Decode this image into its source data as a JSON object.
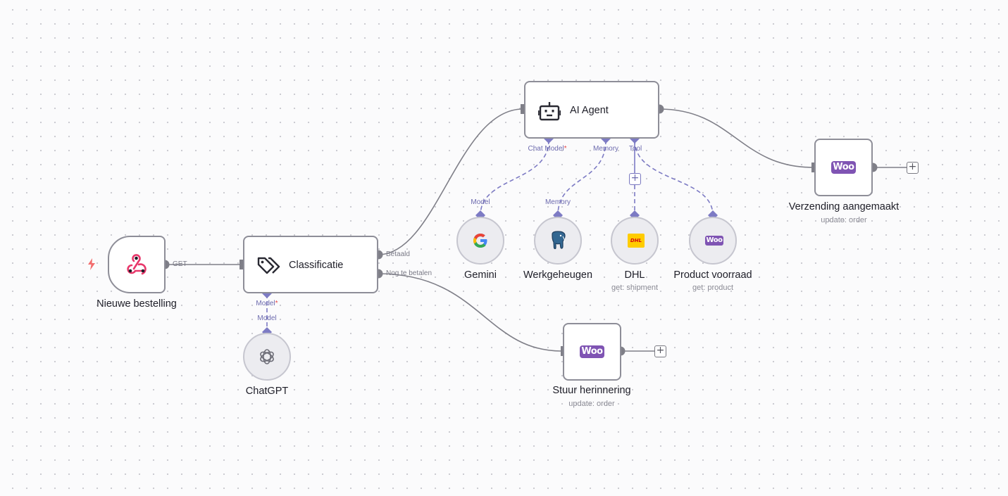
{
  "nodes": {
    "trigger": {
      "label": "Nieuwe bestelling",
      "output_port_label": "GET",
      "icon": "webhook-icon",
      "trigger_icon": "lightning-icon"
    },
    "classify": {
      "title": "Classificatie",
      "icon": "tags-icon",
      "outputs": [
        "Betaald",
        "Nog te betalen"
      ],
      "model_port_label": "Model",
      "required_marker": "*"
    },
    "chatgpt": {
      "label": "ChatGPT",
      "port_label": "Model",
      "icon": "openai-icon"
    },
    "agent": {
      "title": "AI Agent",
      "icon": "robot-icon",
      "ports": {
        "chat_model": "Chat Model",
        "memory": "Memory",
        "tool": "Tool"
      },
      "required_marker": "*"
    },
    "gemini": {
      "label": "Gemini",
      "port_label": "Model",
      "icon": "google-icon"
    },
    "memory": {
      "label": "Werkgeheugen",
      "port_label": "Memory",
      "icon": "postgres-elephant-icon"
    },
    "dhl": {
      "label": "DHL",
      "subtitle": "get: shipment",
      "badge": "DHL",
      "icon": "dhl-icon"
    },
    "stock": {
      "label": "Product voorraad",
      "subtitle": "get: product",
      "badge": "Woo",
      "icon": "woocommerce-icon"
    },
    "shipping": {
      "label": "Verzending aangemaakt",
      "subtitle": "update: order",
      "badge": "Woo",
      "icon": "woocommerce-icon"
    },
    "reminder": {
      "label": "Stuur herinnering",
      "subtitle": "update: order",
      "badge": "Woo",
      "icon": "woocommerce-icon"
    }
  },
  "add_button_label": "+",
  "colors": {
    "canvas": "#fbfbfc",
    "grid_dot": "#c9c9d0",
    "node_border": "#8e8e98",
    "wire": "#7f7f88",
    "ai_port": "#7d7bc4",
    "woocommerce": "#7f54b3",
    "dhl_yellow": "#ffcc00",
    "dhl_red": "#d40511",
    "trigger_bolt": "#f26d6d",
    "webhook_pink": "#e8386b"
  }
}
